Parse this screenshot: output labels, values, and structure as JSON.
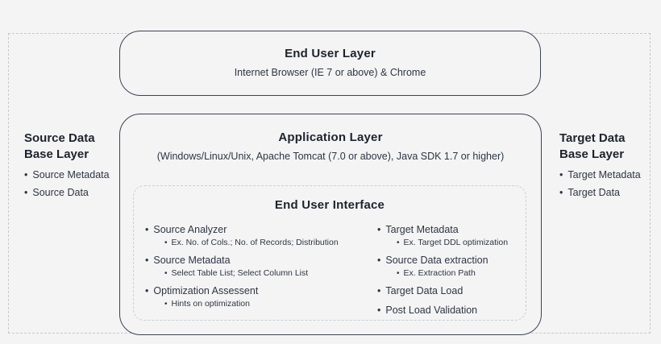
{
  "colors": {
    "background": "#f4f4f5",
    "solid_border": "#3c4354",
    "outer_dashed_border": "#c4ccc6",
    "inner_dashed_border": "#c9ced4",
    "heading_text": "#1d232c",
    "body_text": "#2e3542"
  },
  "end_user_layer": {
    "title": "End User Layer",
    "subtitle": "Internet Browser (IE 7 or above) & Chrome"
  },
  "application_layer": {
    "title": "Application Layer",
    "subtitle": "(Windows/Linux/Unix, Apache Tomcat (7.0 or above), Java SDK 1.7 or higher)",
    "end_user_interface": {
      "title": "End User Interface",
      "left_items": [
        {
          "label": "Source Analyzer",
          "sub": [
            "Ex. No. of Cols.; No. of Records; Distribution"
          ]
        },
        {
          "label": "Source Metadata",
          "sub": [
            "Select Table List; Select Column List"
          ]
        },
        {
          "label": "Optimization Assessent",
          "sub": [
            "Hints on optimization"
          ]
        }
      ],
      "right_items": [
        {
          "label": "Target Metadata",
          "sub": [
            "Ex. Target DDL optimization"
          ]
        },
        {
          "label": "Source Data extraction",
          "sub": [
            "Ex. Extraction Path"
          ]
        },
        {
          "label": "Target Data Load",
          "sub": []
        },
        {
          "label": "Post Load Validation",
          "sub": []
        }
      ]
    }
  },
  "source_layer": {
    "title": "Source Data Base Layer",
    "items": [
      "Source Metadata",
      "Source Data"
    ]
  },
  "target_layer": {
    "title": "Target Data Base Layer",
    "items": [
      "Target Metadata",
      "Target Data"
    ]
  }
}
